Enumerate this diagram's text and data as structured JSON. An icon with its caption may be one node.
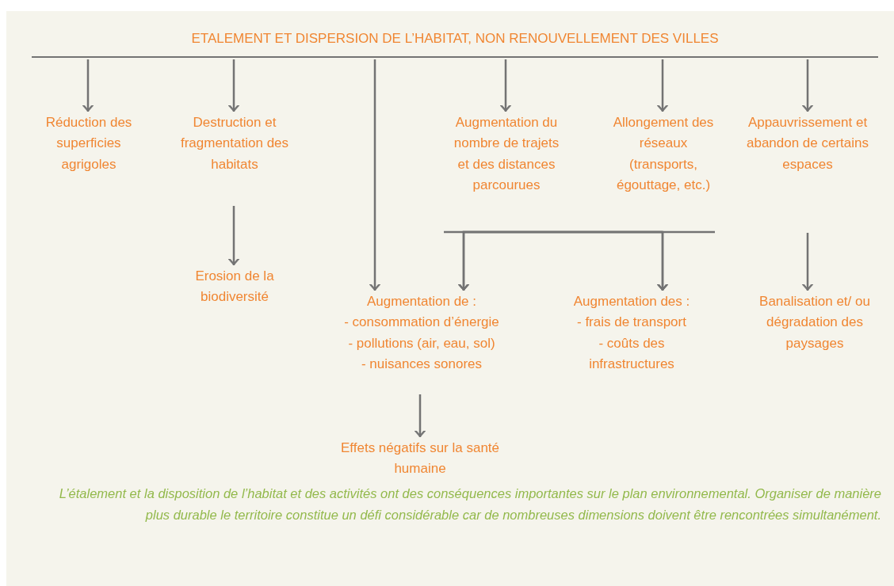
{
  "diagram": {
    "nodes": [
      {
        "text": [
          "ETALEMENT ET DISPERSION DE L’HABITAT, NON RENOUVELLEMENT DES VILLES"
        ]
      },
      {
        "text": [
          "Réduction des superficies agrigoles"
        ]
      },
      {
        "text": [
          "Destruction et fragmentation des habitats"
        ]
      },
      {
        "text": [
          "Augmentation du nombre de trajets et des distances parcourues"
        ]
      },
      {
        "text": [
          "Allongement des réseaux (transports, égouttage, etc.)"
        ]
      },
      {
        "text": [
          "Appauvrissement et abandon de certains espaces"
        ]
      },
      {
        "text": [
          "Erosion de la biodiversité"
        ]
      },
      {
        "text": [
          "Augmentation de :",
          "- consommation d’énergie",
          "- pollutions (air, eau, sol)",
          "- nuisances sonores"
        ]
      },
      {
        "text": [
          "Augmentation des :",
          "- frais de transport",
          "- coûts des infrastructures"
        ]
      },
      {
        "text": [
          "Banalisation et/ ou dégradation des paysages"
        ]
      },
      {
        "text": [
          "Effets négatifs sur la santé humaine"
        ]
      }
    ],
    "edges": [
      {
        "from": 0,
        "to": 1,
        "arrow": "to"
      },
      {
        "from": 0,
        "to": 2,
        "arrow": "to"
      },
      {
        "from": 0,
        "to": 7,
        "arrow": "to"
      },
      {
        "from": 0,
        "to": 3,
        "arrow": "to"
      },
      {
        "from": 0,
        "to": 4,
        "arrow": "to"
      },
      {
        "from": 0,
        "to": 5,
        "arrow": "to"
      },
      {
        "from": 2,
        "to": 6,
        "arrow": "to"
      },
      {
        "from": 3,
        "to": 7,
        "arrow": "to"
      },
      {
        "from": 3,
        "to": 8,
        "arrow": "to"
      },
      {
        "from": 4,
        "to": 7,
        "arrow": "to"
      },
      {
        "from": 4,
        "to": 8,
        "arrow": "to"
      },
      {
        "from": 5,
        "to": 9,
        "arrow": "to"
      },
      {
        "from": 7,
        "to": 10,
        "arrow": "to"
      }
    ],
    "caption": "L’étalement et la disposition de l’habitat et des activités ont des conséquences importantes sur le plan environnemental. Organiser de manière plus durable le territoire constitue un défi considérable car de nombreuses dimensions doivent être rencontrées simultanément."
  }
}
